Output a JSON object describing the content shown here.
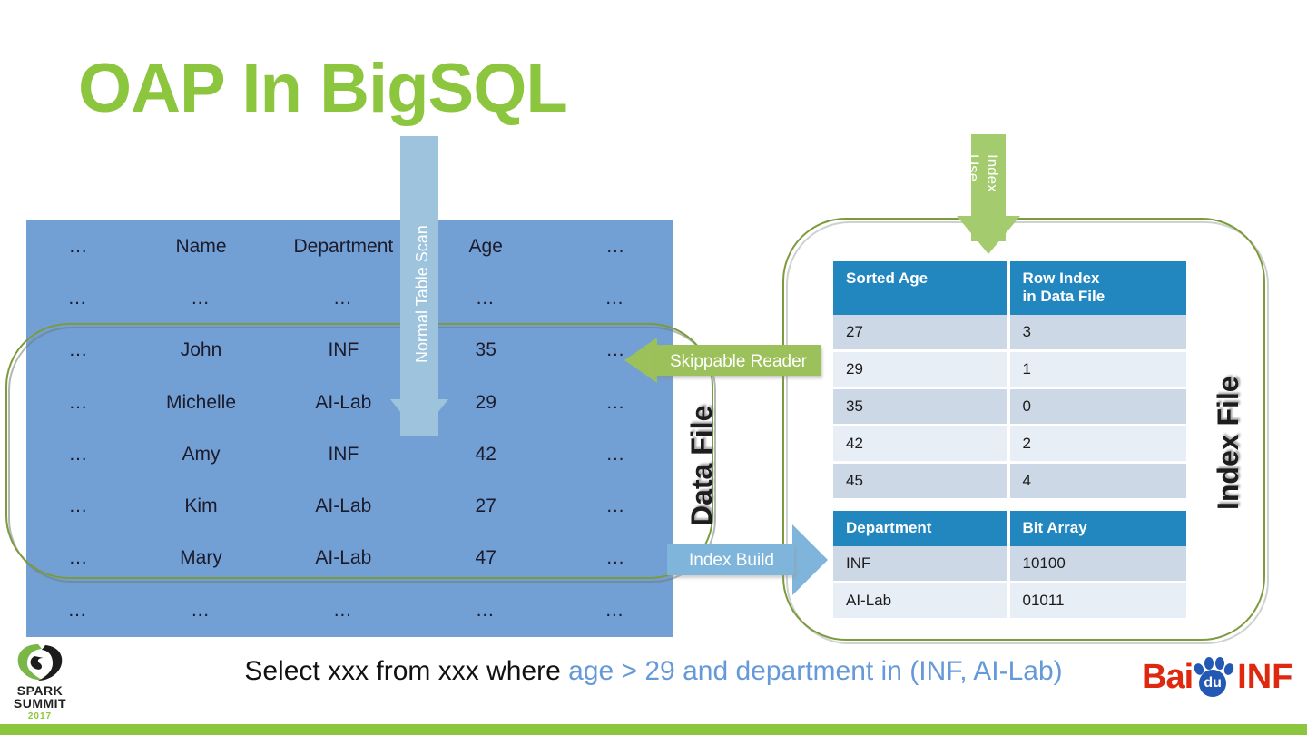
{
  "slide": {
    "title": "OAP In BigSQL",
    "title_color": "#8CC63E",
    "bottom_bar_color": "#8CC63E"
  },
  "data_file": {
    "label": "Data File",
    "table_bg": "#729FD4",
    "columns": [
      "…",
      "Name",
      "Department",
      "Age",
      "…"
    ],
    "rows": [
      [
        "…",
        "…",
        "…",
        "…",
        "…"
      ],
      [
        "…",
        "John",
        "INF",
        "35",
        "…"
      ],
      [
        "…",
        "Michelle",
        "AI-Lab",
        "29",
        "…"
      ],
      [
        "…",
        "Amy",
        "INF",
        "42",
        "…"
      ],
      [
        "…",
        "Kim",
        "AI-Lab",
        "27",
        "…"
      ],
      [
        "…",
        "Mary",
        "AI-Lab",
        "47",
        "…"
      ],
      [
        "…",
        "…",
        "…",
        "…",
        "…"
      ]
    ]
  },
  "index_file": {
    "label": "Index File",
    "header_color": "#2286BF",
    "age_table": {
      "headers": [
        "Sorted Age",
        "Row Index\nin Data File"
      ],
      "header_col1": "Sorted Age",
      "header_col2_line1": "Row Index",
      "header_col2_line2": "in Data File",
      "rows": [
        [
          "27",
          "3"
        ],
        [
          "29",
          "1"
        ],
        [
          "35",
          "0"
        ],
        [
          "42",
          "2"
        ],
        [
          "45",
          "4"
        ]
      ]
    },
    "dept_table": {
      "header_col1": "Department",
      "header_col2": "Bit Array",
      "rows": [
        [
          "INF",
          "10100"
        ],
        [
          "AI-Lab",
          "01011"
        ]
      ]
    }
  },
  "arrows": {
    "normal_table_scan": {
      "label": "Normal Table Scan",
      "color": "#9DC3DD",
      "direction": "down"
    },
    "use_index": {
      "label_line1": "Use",
      "label_line2": "Index",
      "color": "#A4CC6F",
      "direction": "down"
    },
    "skippable_reader": {
      "label": "Skippable Reader",
      "color": "#9CC05A",
      "direction": "left"
    },
    "index_build": {
      "label": "Index Build",
      "color": "#7FB5DB",
      "direction": "right"
    }
  },
  "query": {
    "prefix": "Select xxx from xxx where ",
    "highlight": "age > 29 and department in (INF, AI-Lab)",
    "highlight_color": "#6699D8"
  },
  "logos": {
    "spark": {
      "line1": "SPARK",
      "line2": "SUMMIT",
      "line3": "2017"
    },
    "baidu": {
      "bai": "Bai",
      "du": "du",
      "inf": "INF"
    }
  }
}
